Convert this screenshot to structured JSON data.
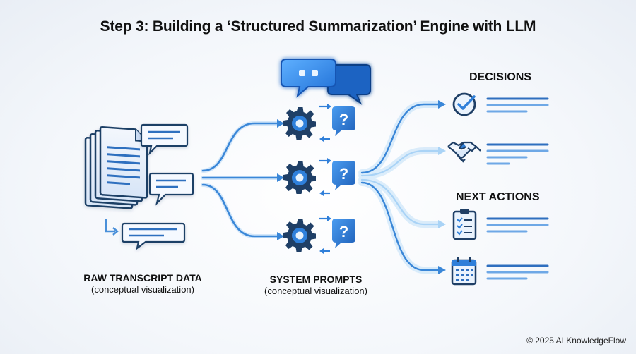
{
  "title": "Step 3: Building a ‘Structured Summarization’ Engine with LLM",
  "left_caption": {
    "main": "RAW TRANSCRIPT DATA",
    "sub": "(conceptual visualization)"
  },
  "middle_caption": {
    "main": "SYSTEM PROMPTS",
    "sub": "(conceptual visualization)"
  },
  "sections": {
    "decisions": "DECISIONS",
    "next_actions": "NEXT ACTIONS"
  },
  "footer": {
    "copyright": "© 2025 AI KnowledgeFlow"
  },
  "colors": {
    "navy": "#1f3f66",
    "blue": "#2f7fd9",
    "light_blue": "#8ec3f3",
    "doc_fill": "#e8f0fb"
  },
  "icons": {
    "input": [
      "documents-stack-icon",
      "chat-bubble-icon",
      "reply-arrow-icon"
    ],
    "prompts": [
      "chat-bubbles-icon",
      "gear-icon",
      "question-bubble-icon"
    ],
    "outputs": [
      "checkmark-circle-icon",
      "handshake-icon",
      "clipboard-checklist-icon",
      "calendar-icon"
    ]
  }
}
